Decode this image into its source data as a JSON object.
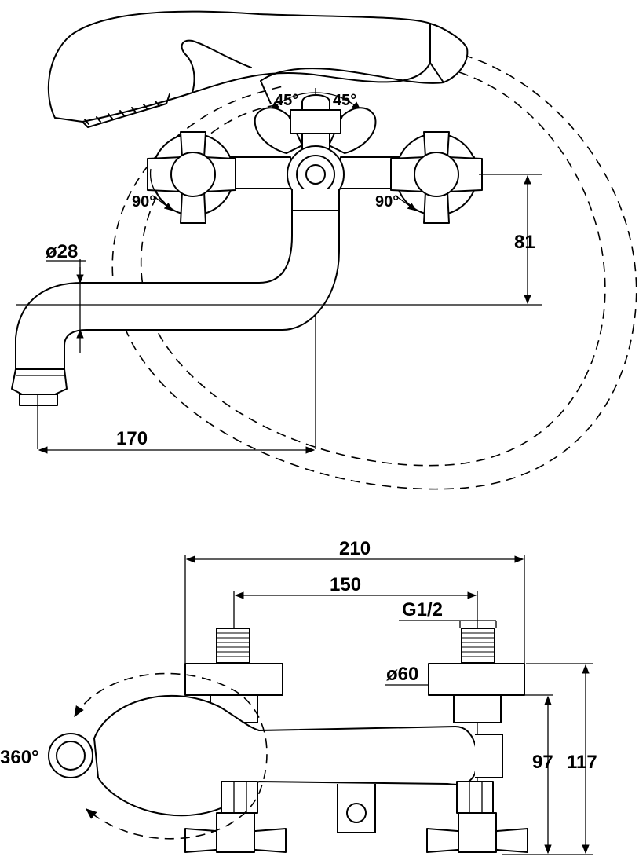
{
  "top_view": {
    "angle_left": "45°",
    "angle_right": "45°",
    "handle_angle_left": "90°",
    "handle_angle_right": "90°",
    "spout_diameter": "ø28",
    "height_offset": "81",
    "spout_reach": "170"
  },
  "front_view": {
    "total_width": "210",
    "center_distance": "150",
    "thread": "G1/2",
    "flange_diameter": "ø60",
    "rotation": "360°",
    "height_inner": "97",
    "height_outer": "117"
  }
}
